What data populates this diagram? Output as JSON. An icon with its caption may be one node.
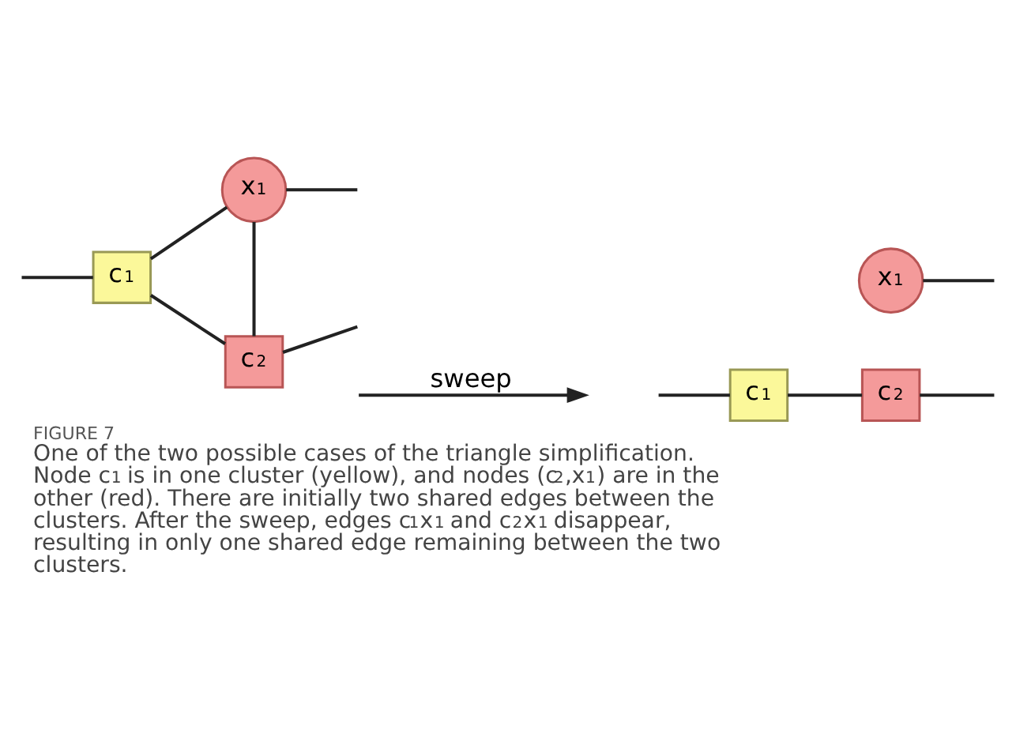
{
  "diagram": {
    "title": "FIGURE 7",
    "caption": "One of the two possible cases of the triangle simplification. Node c$_{1}$ is in one cluster (yellow), and nodes (c$_{2}$,x$_{1}$) are in the other (red). There are initially two shared edges between the clusters. After the sweep, edges c$_{1}$x$_{1}$ and c$_{2}$x$_{1}$ disappear, resulting in only one shared edge remaining between the two clusters.",
    "nodes": [
      {
        "text": [
          "x$_{1}$"
        ]
      },
      {
        "text": [
          "c$_{1}$"
        ]
      },
      {
        "text": [
          "c$_{2}$"
        ]
      },
      {
        "text": [
          "x$_{1}$"
        ]
      },
      {
        "text": [
          "c$_{1}$"
        ]
      },
      {
        "text": [
          "c$_{2}$"
        ]
      }
    ],
    "edges": [
      {
        "from": null,
        "to": 1,
        "arrow": "none"
      },
      {
        "from": 1,
        "to": 0,
        "arrow": "none"
      },
      {
        "from": 1,
        "to": 2,
        "arrow": "none"
      },
      {
        "from": 0,
        "to": 2,
        "arrow": "none"
      },
      {
        "from": 0,
        "to": null,
        "arrow": "none"
      },
      {
        "from": 2,
        "to": null,
        "arrow": "none"
      },
      {
        "from": null,
        "to": 4,
        "arrow": "none"
      },
      {
        "from": 4,
        "to": 5,
        "arrow": "none"
      },
      {
        "from": 3,
        "to": null,
        "arrow": "none"
      },
      {
        "from": 5,
        "to": null,
        "arrow": "none"
      }
    ],
    "labels": [
      "sweep"
    ]
  }
}
